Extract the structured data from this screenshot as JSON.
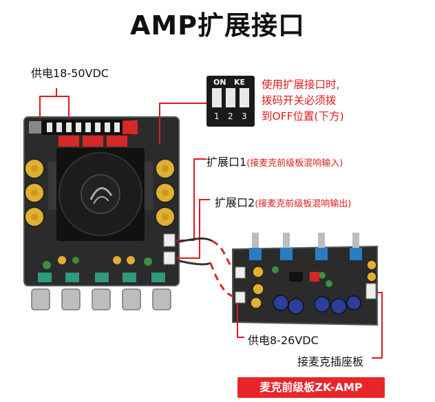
{
  "title": "AMP扩展接口",
  "power_label_amp": "供电18-50VDC",
  "dip": {
    "top_left": "ON",
    "top_right": "KE",
    "numbers": [
      "1",
      "2",
      "3"
    ]
  },
  "note_lines": [
    "使用扩展接口时,",
    "拨码开关必须拨",
    "到OFF位置(下方)"
  ],
  "port1": {
    "label": "扩展口1",
    "desc": "(接麦克前级板混响输入)"
  },
  "port2": {
    "label": "扩展口2",
    "desc": "(接麦克前级板混响输出)"
  },
  "power_label_mic": "供电8-26VDC",
  "mic_socket_label": "接麦克插座板",
  "footer": "麦克前级板ZK-AMP",
  "colors": {
    "accent_red": "#e01818",
    "board": "#2a2a2a",
    "footer_bg": "#e8262a"
  }
}
